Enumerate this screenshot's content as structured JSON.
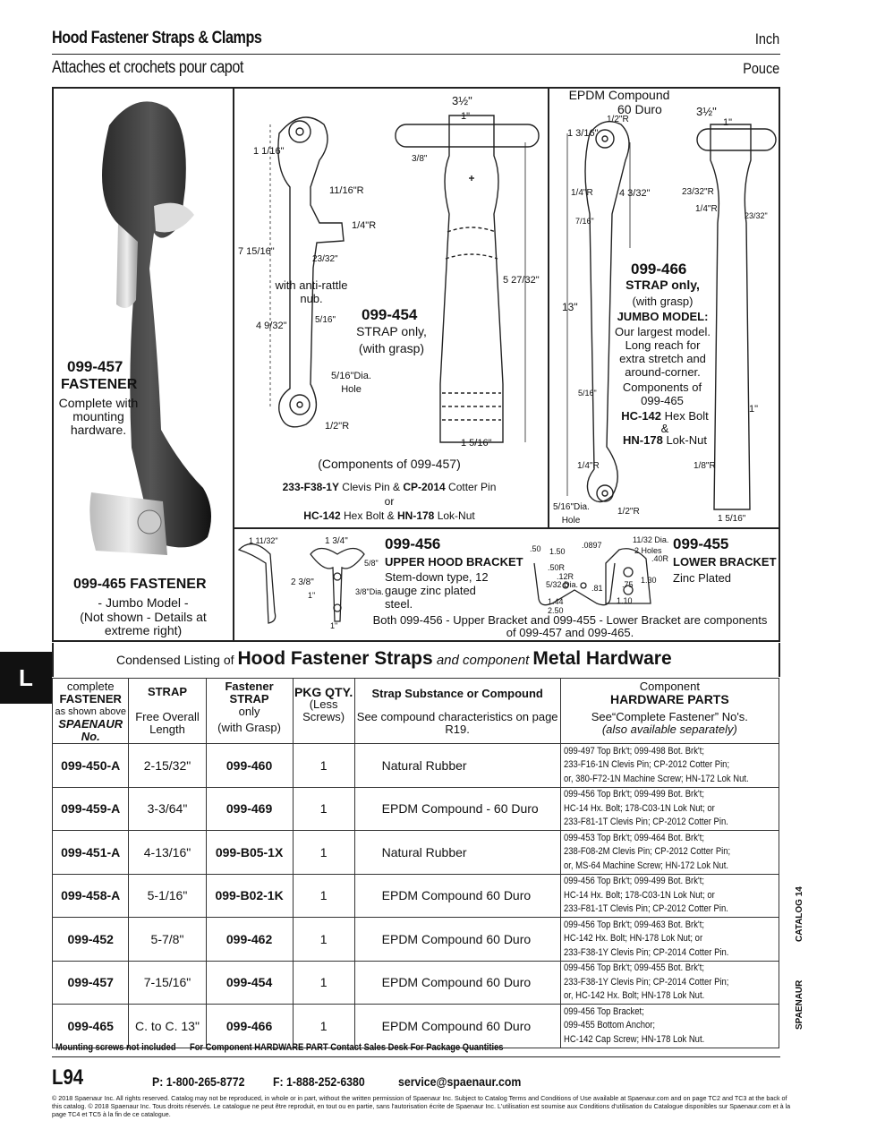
{
  "header": {
    "title_en": "Hood Fastener Straps & Clamps",
    "title_fr": "Attaches et crochets pour capot",
    "unit_en": "Inch",
    "unit_fr": "Pouce"
  },
  "side_tab": "L",
  "side_text": {
    "catalog": "CATALOG 14",
    "brand": "SPAENAUR"
  },
  "panel_457": {
    "part": "099-457",
    "type": "FASTENER",
    "desc": "Complete with mounting hardware.",
    "jumbo_part": "099-465 FASTENER",
    "jumbo_desc": "- Jumbo Model -",
    "jumbo_note": "(Not shown - Details at extreme right)"
  },
  "panel_454": {
    "rattle": "with anti-rattle nub.",
    "part": "099-454",
    "type": "STRAP only,",
    "grasp": "(with grasp)",
    "components": "(Components of 099-457)",
    "line1a": "233-F38-1Y",
    "line1b": " Clevis Pin & ",
    "line1c": "CP-2014",
    "line1d": " Cotter Pin",
    "or": "or",
    "line2a": "HC-142",
    "line2b": " Hex Bolt & ",
    "line2c": "HN-178",
    "line2d": " Lok-Nut",
    "dims": {
      "d1": "3½\"",
      "d2": "1\"",
      "d3": "3/8\"",
      "d4": "1 1/16\"",
      "d5": "11/16\"R",
      "d6": "1/4\"R",
      "d7": "7 15/16\"",
      "d8": "23/32\"",
      "d9": "4 9/32\"",
      "d10": "5/16\"",
      "d11": "5/16\"Dia. Hole",
      "d12": "1/2\"R",
      "d13": "5 27/32\"",
      "d14": "1 5/16\""
    }
  },
  "panel_466": {
    "compound": "EPDM Compound",
    "duro": "60 Duro",
    "part": "099-466",
    "type": "STRAP only,",
    "grasp": "(with grasp)",
    "jumbo": "JUMBO MODEL:",
    "desc": "Our largest model. Long reach for extra stretch and around-corner.",
    "comp": "Components of 099-465",
    "c1": "HC-142",
    "c1b": " Hex Bolt",
    "amp": "&",
    "c2": "HN-178",
    "c2b": " Lok-Nut",
    "dims": {
      "d1": "3½\"",
      "d2": "1\"",
      "d3": "1/2\"R",
      "d4": "1 3/16\"",
      "d5": "1/4\"R",
      "d6": "4 3/32\"",
      "d7": "7/16\"",
      "d8": "23/32\"R",
      "d9": "1/4\"R",
      "d10": "23/32\"",
      "d11": "13\"",
      "d12": "5/16\"",
      "d13": "1\"",
      "d14": "1/4\"R",
      "d15": "1/8\"R",
      "d16": "5/16\"Dia. Hole",
      "d17": "1/2\"R",
      "d18": "1 5/16\""
    }
  },
  "panel_brackets": {
    "p456": "099-456",
    "p456_type": "UPPER HOOD BRACKET",
    "p456_desc": "Stem-down type, 12 gauge zinc plated steel.",
    "p455": "099-455",
    "p455_type": "LOWER BRACKET",
    "p455_desc": "Zinc Plated",
    "note": "Both 099-456 - Upper Bracket and 099-455 - Lower Bracket are components of 099-457 and 099-465.",
    "dims": {
      "a": "1 11/32\"",
      "b": "1 3/4\"",
      "c": "5/8\"",
      "d": "2 3/8\"",
      "e": "1\"",
      "f": "3/8\"Dia.",
      "g": "1\"",
      "h": ".50",
      "i": "1.50",
      "j": ".0897",
      "k": ".50R",
      "l": ".12R",
      "m": "5/32 Dia.",
      "n": ".81",
      "o": "1.44",
      "p": "2.50",
      "q": "11/32 Dia.",
      "r": "2 Holes",
      "s": ".40R",
      "t": ".75",
      "u": "1.30",
      "v": "1.10"
    }
  },
  "listing": {
    "title_pre": "Condensed Listing of ",
    "title_main": "Hood Fastener Straps",
    "title_mid": " and component ",
    "title_end": "Metal Hardware",
    "headers": {
      "c1a": "complete",
      "c1b": "FASTENER",
      "c1c": "as shown above",
      "c1d": "SPAENAUR",
      "c1e": "No.",
      "c2a": "STRAP",
      "c2b": "Free Overall Length",
      "c3a": "Fastener STRAP",
      "c3b": "only",
      "c3c": "(with Grasp)",
      "c4a": "PKG QTY.",
      "c4b": "(Less Screws)",
      "c5a": "Strap Substance or Compound",
      "c5b": "See compound characteristics on page R19.",
      "c6a": "Component",
      "c6b": "HARDWARE PARTS",
      "c6c": "See“Complete Fastener” No's.",
      "c6d": "(also available separately)"
    },
    "rows": [
      {
        "fastener": "099-450-A",
        "length": "2-15/32\"",
        "strap": "099-460",
        "qty": "1",
        "compound": "Natural Rubber",
        "hw": [
          "099-497 Top Brk't;  099-498 Bot. Brk't;",
          "233-F16-1N Clevis Pin;  CP-2012 Cotter Pin;",
          "or, 380-F72-1N Machine Screw;  HN-172 Lok Nut."
        ]
      },
      {
        "fastener": "099-459-A",
        "length": "3-3/64\"",
        "strap": "099-469",
        "qty": "1",
        "compound": "EPDM Compound - 60 Duro",
        "hw": [
          "099-456 Top Brk't;  099-499 Bot. Brk't;",
          "HC-14 Hx. Bolt;  178-C03-1N Lok Nut; or",
          "233-F81-1T Clevis Pin;  CP-2012 Cotter Pin."
        ]
      },
      {
        "fastener": "099-451-A",
        "length": "4-13/16\"",
        "strap": "099-B05-1X",
        "qty": "1",
        "compound": "Natural Rubber",
        "hw": [
          "099-453 Top Brk't;  099-464 Bot. Brk't;",
          "238-F08-2M Clevis Pin;  CP-2012 Cotter Pin;",
          "or, MS-64 Machine Screw;  HN-172 Lok Nut."
        ]
      },
      {
        "fastener": "099-458-A",
        "length": "5-1/16\"",
        "strap": "099-B02-1K",
        "qty": "1",
        "compound": "EPDM Compound 60 Duro",
        "hw": [
          "099-456 Top Brk't;  099-499 Bot. Brk't;",
          "HC-14 Hx. Bolt;  178-C03-1N Lok Nut; or",
          "233-F81-1T Clevis Pin;  CP-2012 Cotter Pin."
        ]
      },
      {
        "fastener": "099-452",
        "length": "5-7/8\"",
        "strap": "099-462",
        "qty": "1",
        "compound": "EPDM Compound 60 Duro",
        "hw": [
          "099-456 Top Brk't;  099-463 Bot. Brk't;",
          "HC-142 Hx. Bolt;  HN-178 Lok Nut; or",
          "233-F38-1Y Clevis Pin;  CP-2014 Cotter Pin."
        ]
      },
      {
        "fastener": "099-457",
        "length": "7-15/16\"",
        "strap": "099-454",
        "qty": "1",
        "compound": "EPDM Compound 60 Duro",
        "hw": [
          "099-456 Top Brk't;  099-455 Bot. Brk't;",
          "233-F38-1Y Clevis Pin;  CP-2014 Cotter Pin;",
          "or, HC-142 Hx. Bolt;  HN-178 Lok Nut."
        ]
      },
      {
        "fastener": "099-465",
        "length": "C. to C. 13\"",
        "strap": "099-466",
        "qty": "1",
        "compound": "EPDM Compound 60 Duro",
        "hw": [
          "099-456 Top Bracket;",
          "099-455 Bottom Anchor;",
          "HC-142 Cap Screw;  HN-178 Lok Nut."
        ]
      }
    ],
    "foot_left": "Mounting screws not included",
    "foot_right": "For Component HARDWARE PART Contact Sales Desk For Package Quantities"
  },
  "footer": {
    "page": "L94",
    "phone": "P: 1-800-265-8772",
    "fax": "F: 1-888-252-6380",
    "email": "service@spaenaur.com",
    "legal": "© 2018 Spaenaur Inc. All rights reserved. Catalog may not be reproduced, in whole or in part, without the written permission of Spaenaur Inc. Subject to Catalog Terms and Conditions of Use available at Spaenaur.com and on page TC2 and TC3 at the back of this catalog. © 2018 Spaenaur Inc. Tous droits réservés. Le catalogue ne peut être reproduit, en tout ou en partie, sans l'autorisation écrite de Spaenaur Inc. L'utilisation est soumise aux Conditions d'utilisation du Catalogue disponibles sur Spaenaur.com et à la page TC4 et TC5 à la fin de ce catalogue."
  }
}
